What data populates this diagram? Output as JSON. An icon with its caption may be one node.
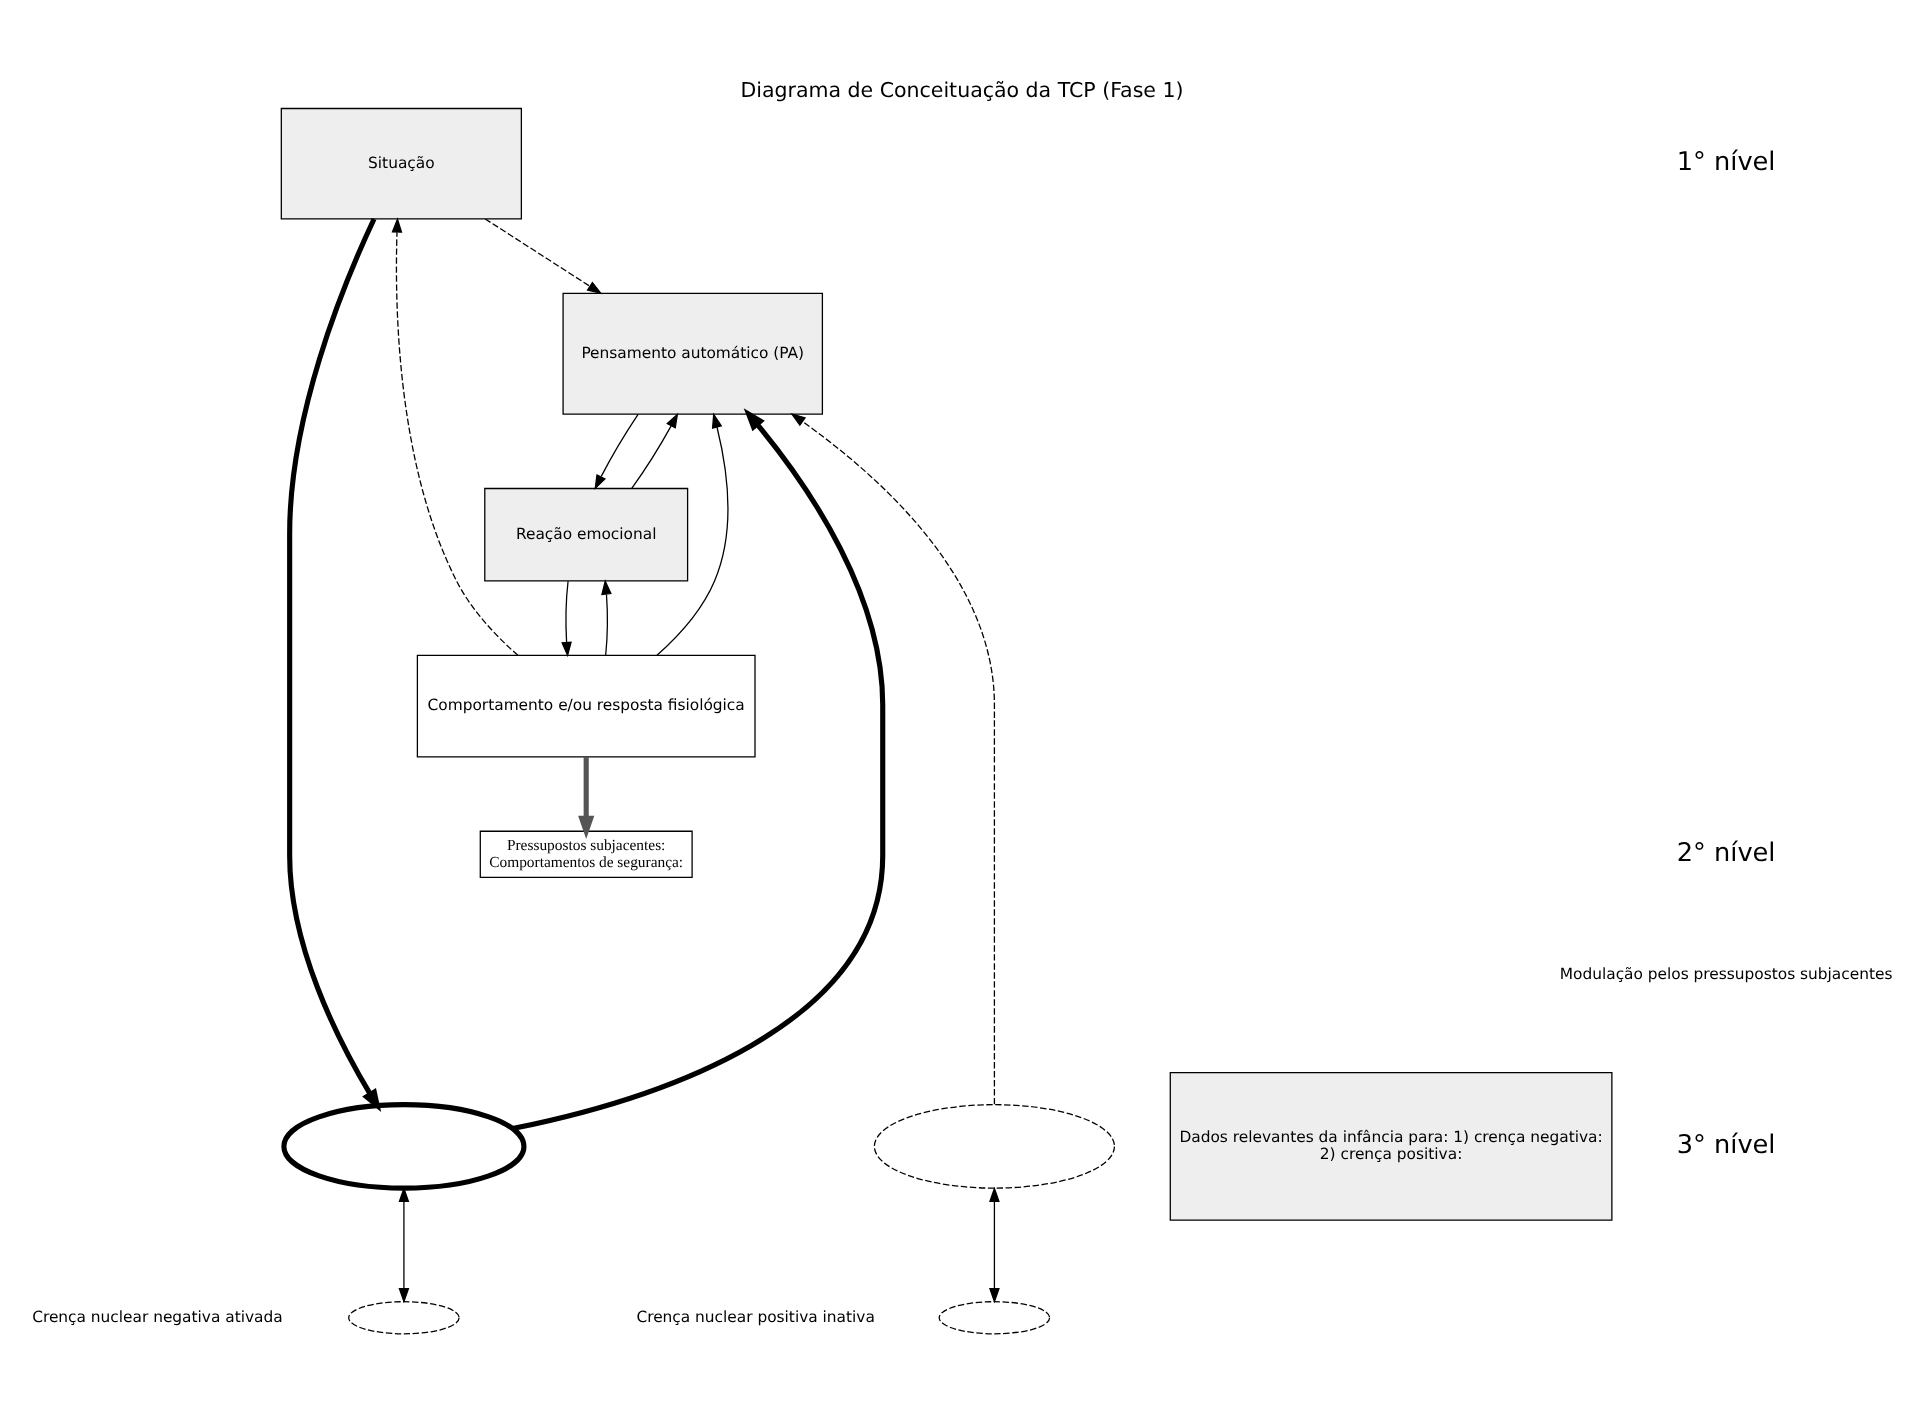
{
  "diagram": {
    "title": "Diagrama de Conceituação da TCP (Fase 1)",
    "nodes": [
      {
        "text": [
          "Situação"
        ]
      },
      {
        "text": [
          "Pensamento automático (PA)"
        ]
      },
      {
        "text": [
          "Reação emocional"
        ]
      },
      {
        "text": [
          "Comportamento e/ou resposta fisiológica"
        ]
      },
      {
        "text": [
          "Pressupostos subjacentes:",
          "Comportamentos de segurança:"
        ]
      },
      {
        "text": [],
        "shape": "ellipse"
      },
      {
        "text": [],
        "shape": "ellipse"
      },
      {
        "text": [],
        "shape": "ellipse"
      },
      {
        "text": [],
        "shape": "ellipse"
      },
      {
        "text": [
          "Dados relevantes da infância para: 1) crença negativa:",
          "2) crença positiva:"
        ]
      }
    ],
    "edges": [
      {
        "from": 0,
        "to": 1,
        "arrow": "to",
        "style": "dashed"
      },
      {
        "from": 1,
        "to": 2,
        "arrow": "to"
      },
      {
        "from": 2,
        "to": 1,
        "arrow": "to"
      },
      {
        "from": 2,
        "to": 3,
        "arrow": "to"
      },
      {
        "from": 3,
        "to": 2,
        "arrow": "to"
      },
      {
        "from": 3,
        "to": 1,
        "arrow": "to"
      },
      {
        "from": 3,
        "to": 0,
        "arrow": "to",
        "style": "dashed"
      },
      {
        "from": 3,
        "to": 4,
        "arrow": "to",
        "style": "thick",
        "color": "#555555"
      },
      {
        "from": 0,
        "to": 5,
        "arrow": "to",
        "style": "thick"
      },
      {
        "from": 5,
        "to": 1,
        "arrow": "to",
        "style": "thick"
      },
      {
        "from": 7,
        "to": 1,
        "arrow": "to",
        "style": "dashed"
      },
      {
        "from": 5,
        "to": 6,
        "arrow": "both"
      },
      {
        "from": 7,
        "to": 8,
        "arrow": "both"
      }
    ],
    "labels": [
      "1° nível",
      "2° nível",
      "Modulação pelos pressupostos subjacentes",
      "3° nível",
      "Crença nuclear negativa ativada",
      "Crença nuclear positiva inativa"
    ]
  }
}
